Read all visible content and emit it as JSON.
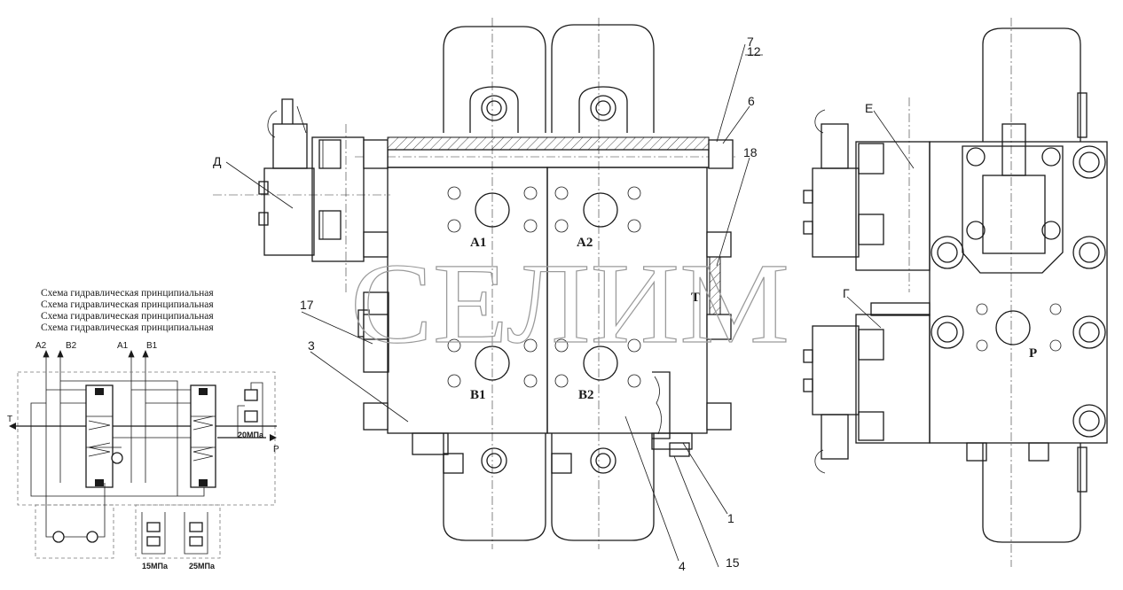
{
  "schematic_title_lines": [
    "Схема гидравлическая принципиальная",
    "Схема гидравлическая принципиальная",
    "Схема гидравлическая принципиальная",
    "Схема гидравлическая принципиальная"
  ],
  "watermark": "СЕЛИМ",
  "port_labels": {
    "a1": "A1",
    "a2": "A2",
    "b1": "B1",
    "b2": "B2",
    "t": "T",
    "p": "P"
  },
  "schematic_labels": {
    "a2": "A2",
    "b2": "B2",
    "a1": "A1",
    "b1": "B1",
    "t": "T",
    "p": "P",
    "relief_main": "20МПа",
    "relief_1": "15МПа",
    "relief_2": "25МПа"
  },
  "callouts": {
    "n7": "7",
    "n12": "12",
    "n6": "6",
    "n18": "18",
    "n17": "17",
    "n3": "3",
    "n1": "1",
    "n4": "4",
    "n15": "15",
    "d": "Д",
    "e": "Е",
    "g": "Г"
  },
  "colors": {
    "line": "#1a1a1a",
    "watermark": "#9a9a9a",
    "background": "#ffffff"
  }
}
